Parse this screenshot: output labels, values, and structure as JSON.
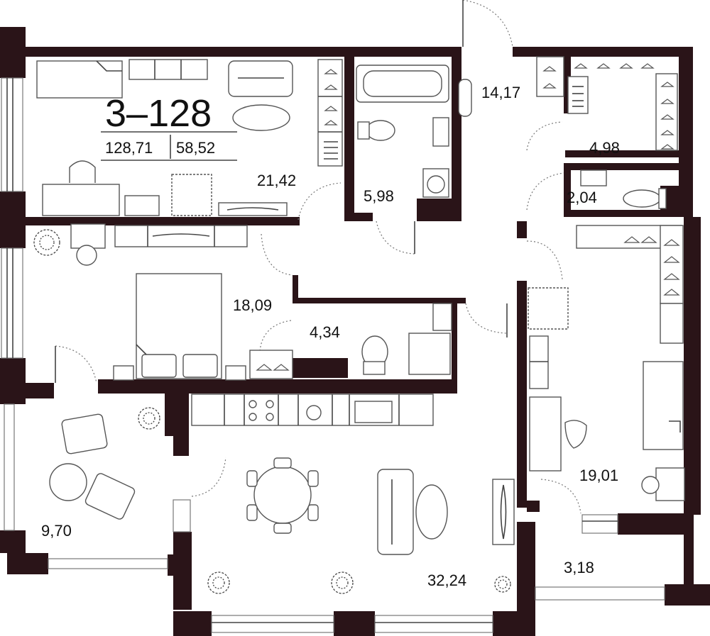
{
  "plan": {
    "apartment_code": "3–128",
    "total_area": "128,71",
    "living_area": "58,52"
  },
  "rooms": {
    "bedroom_top": "21,42",
    "bath_main": "5,98",
    "corridor": "14,17",
    "wardrobe": "4,98",
    "wc": "2,04",
    "bedroom_mid": "18,09",
    "bath_small": "4,34",
    "bedroom_right": "19,01",
    "balcony_left": "9,70",
    "living_kitchen": "32,24",
    "balcony_right": "3,18"
  },
  "colors": {
    "wall": "#2a1418",
    "line": "#555555"
  }
}
